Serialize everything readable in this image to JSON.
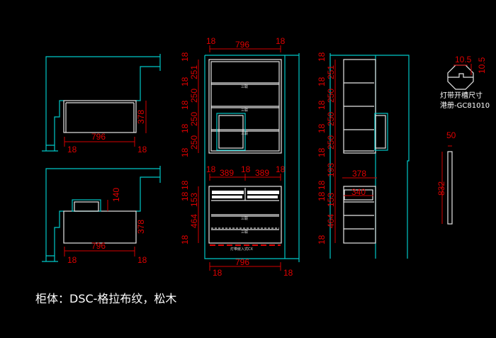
{
  "caption": "柜体：DSC-格拉布纹，松木",
  "detail": {
    "title": "灯带开槽尺寸",
    "model": "港册-GC81010",
    "dim_a": "10.5",
    "dim_b": "10.5",
    "strip_width": "50",
    "strip_length": "832"
  },
  "plan_top": {
    "width": "796",
    "left": "18",
    "right": "18",
    "depth": "378"
  },
  "plan_bottom": {
    "width": "796",
    "left": "18",
    "right": "18",
    "depth": "378",
    "handle": "140"
  },
  "front": {
    "top_width": "796",
    "top_left": "18",
    "top_right": "18",
    "mid_left": "18",
    "mid_center": "18",
    "mid_right": "18",
    "half_a": "389",
    "half_b": "389",
    "bottom_width": "796",
    "bottom_left": "18",
    "bottom_right": "18",
    "upper_dims": [
      "18",
      "251",
      "18",
      "250",
      "18",
      "250",
      "18",
      "250",
      "18"
    ],
    "lower_dims": [
      "18",
      "18",
      "153",
      "464",
      "18"
    ],
    "hardware_label": "三联",
    "strip_label": "灯带嵌入式CX"
  },
  "side": {
    "upper_dims": [
      "18",
      "251",
      "18",
      "250",
      "18",
      "250",
      "18",
      "250",
      "18"
    ],
    "gap": "193",
    "lower_dims": [
      "18",
      "18",
      "153",
      "464",
      "18"
    ],
    "depth_outer": "378",
    "depth_inner": "340"
  }
}
